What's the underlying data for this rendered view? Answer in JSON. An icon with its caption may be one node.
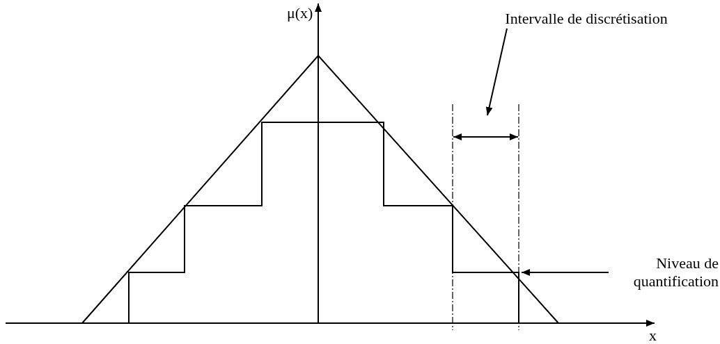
{
  "diagram": {
    "nodes": [
      {
        "text": [
          "Intervalle de discrétisation"
        ]
      },
      {
        "text": [
          "Niveau de quantification"
        ]
      }
    ],
    "edges": [
      {
        "from": 0,
        "to": null,
        "arrow": "to"
      },
      {
        "from": 1,
        "to": null,
        "arrow": "to"
      }
    ],
    "labels": [
      "μ(x)",
      "x"
    ]
  }
}
